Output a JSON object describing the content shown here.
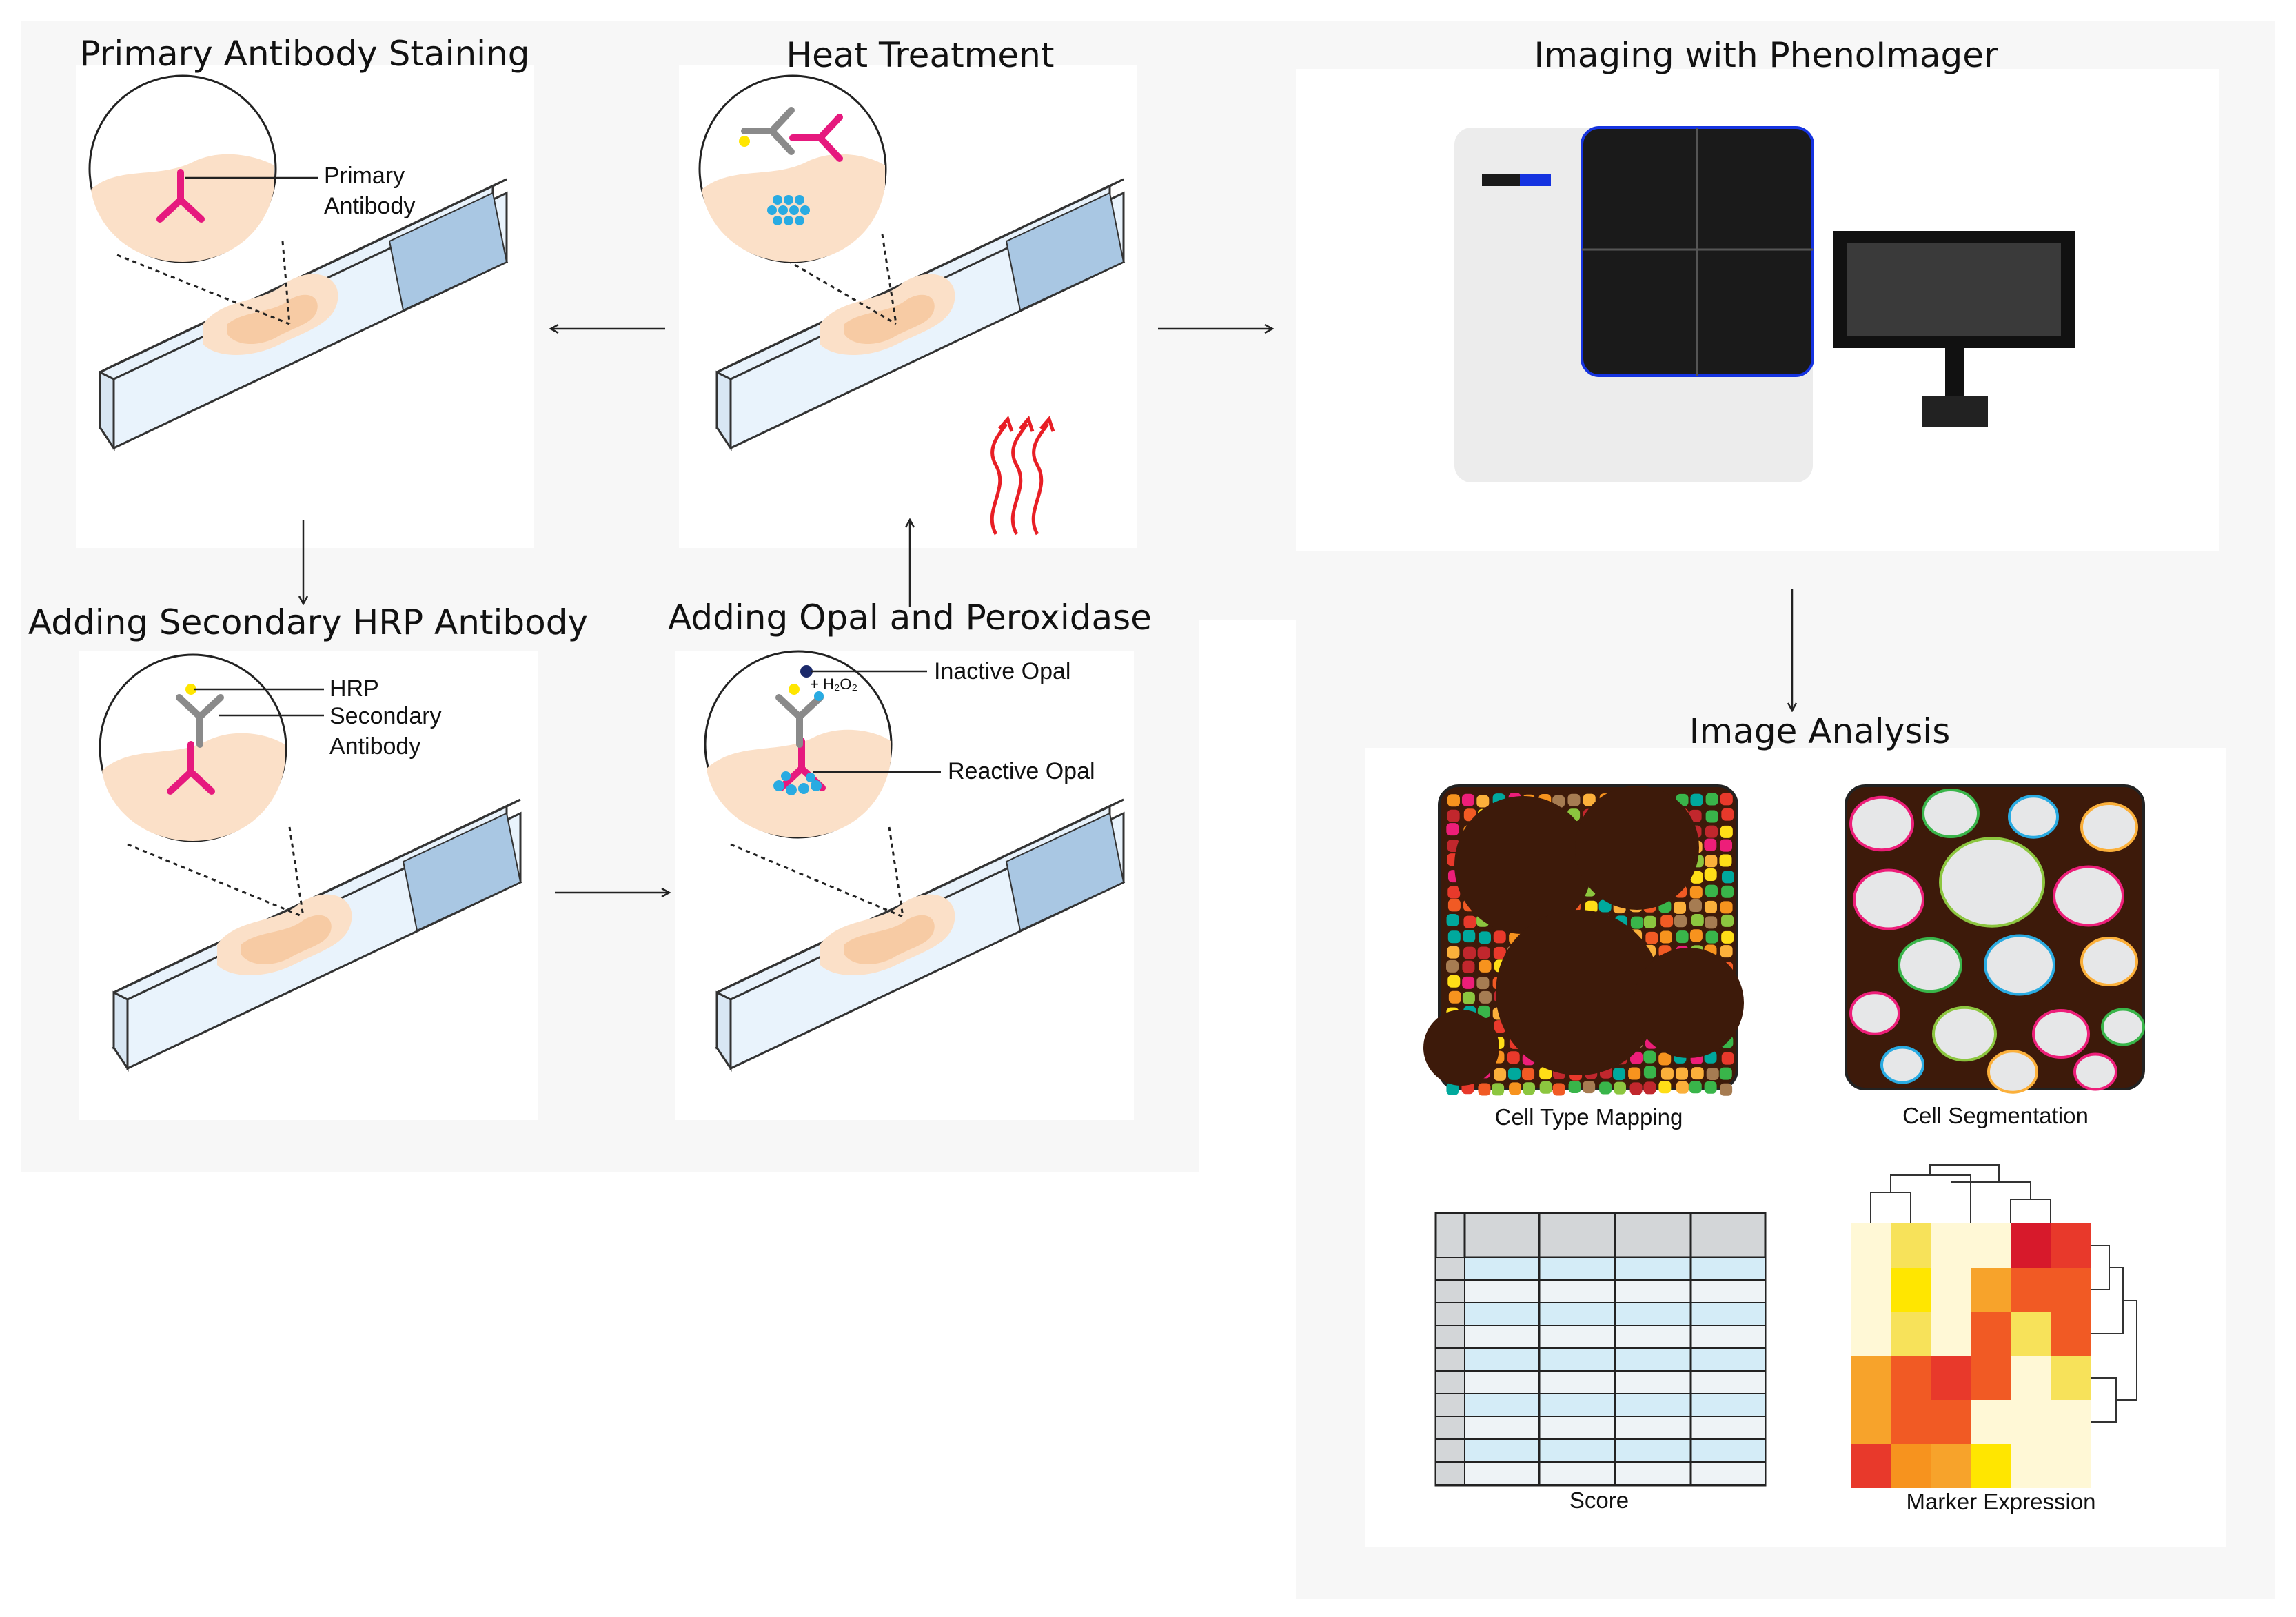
{
  "steps": {
    "primary": {
      "title": "Primary Antibody Staining",
      "label_line1": "Primary",
      "label_line2": "Antibody"
    },
    "heat": {
      "title": "Heat Treatment"
    },
    "imaging": {
      "title": "Imaging with PhenoImager"
    },
    "secondary": {
      "title": "Adding Secondary HRP Antibody",
      "hrp_label": "HRP",
      "label_line1": "Secondary",
      "label_line2": "Antibody"
    },
    "opal": {
      "title": "Adding Opal and Peroxidase",
      "inactive_label": "Inactive Opal",
      "reactive_label": "Reactive Opal",
      "h2o2_label": "+ H₂O₂"
    },
    "analysis": {
      "title": "Image Analysis",
      "panels": [
        {
          "caption": "Cell Type Mapping"
        },
        {
          "caption": "Cell Segmentation"
        },
        {
          "caption": "Score"
        },
        {
          "caption": "Marker Expression"
        }
      ]
    }
  },
  "colors": {
    "antibody_primary": "#e6197e",
    "antibody_secondary": "#8a8a8a",
    "hrp": "#ffe600",
    "opal_reactive": "#29abe2",
    "opal_inactive": "#1b2a6b",
    "tissue": "#fbd9bd",
    "slide": "#e8f2fb",
    "slide_label": "#a9c7e3",
    "heat": "#e81e25",
    "instrument_accent": "#1533e0"
  }
}
